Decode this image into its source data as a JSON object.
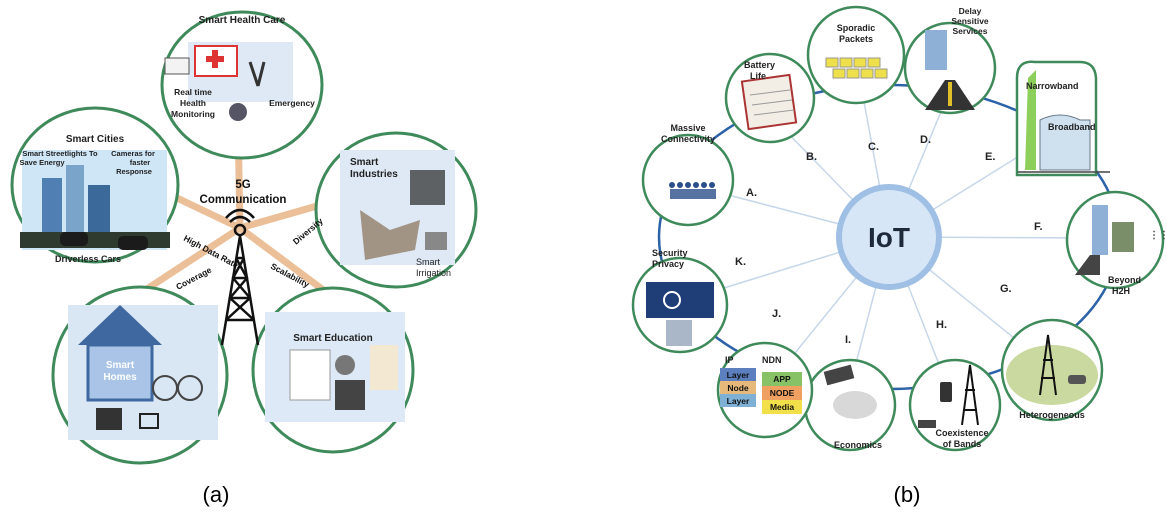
{
  "panel_a": {
    "caption": "(a)",
    "center": [
      "5G",
      "Communication"
    ],
    "rays": [
      "High Data Rate",
      "Coverage",
      "Diversity",
      "Scalability"
    ],
    "nodes": {
      "health": {
        "title": "Smart Health Care",
        "labels": [
          "Real time",
          "Health",
          "Monitoring",
          "Emergency"
        ]
      },
      "cities": {
        "title": "Smart Cities",
        "labels": [
          "Smart Streetlights To",
          "Save Energy",
          "Cameras  for",
          "faster",
          "Response",
          "Driverless Cars"
        ]
      },
      "industries": {
        "title": [
          "Smart",
          "Industries"
        ],
        "labels": [
          "Smart",
          "Irrigation"
        ]
      },
      "homes": {
        "title": [
          "Smart",
          "Homes"
        ]
      },
      "education": {
        "title": "Smart Education"
      }
    }
  },
  "panel_b": {
    "caption": "(b)",
    "center": "IoT",
    "letters": [
      "A.",
      "B.",
      "C.",
      "D.",
      "E.",
      "F.",
      "G.",
      "H.",
      "I.",
      "J.",
      "K."
    ],
    "nodes": {
      "massive": [
        "Massive",
        "Connectivity"
      ],
      "battery": [
        "Battery",
        "Life"
      ],
      "sporadic": [
        "Sporadic",
        "Packets"
      ],
      "delay": [
        "Delay",
        "Sensitive",
        "Services"
      ],
      "narrowband": "Narrowband",
      "broadband": "Broadband",
      "h2h": [
        "Beyond",
        "H2H"
      ],
      "hetero": "Heterogeneous",
      "coexist": [
        "Coexistence",
        "of Bands"
      ],
      "economics": "Economics",
      "security": [
        "Security",
        "Privacy"
      ]
    },
    "stack": {
      "ip_header": "IP",
      "ndn_header": "NDN",
      "ip_layers": [
        "Layer",
        "Node",
        "Layer"
      ],
      "ndn_layers": [
        "APP",
        "NODE",
        "Media"
      ]
    }
  }
}
